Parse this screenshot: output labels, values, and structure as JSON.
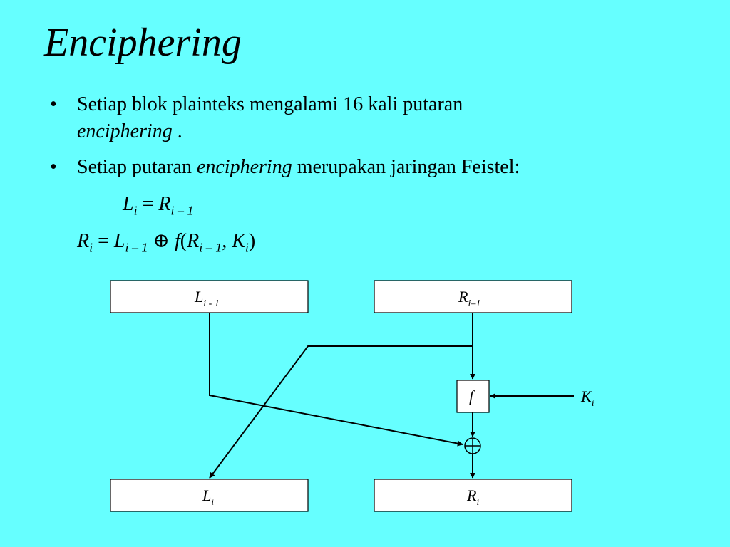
{
  "title": "Enciphering",
  "bullets": [
    {
      "text": "Setiap blok plainteks mengalami 16 kali putaran",
      "text2_italic": "enciphering",
      "text2_rest": " ."
    },
    {
      "text_pre": "Setiap putaran ",
      "text_italic": "enciphering",
      "text_post": " merupakan jaringan Feistel:"
    }
  ],
  "equations": {
    "eq1": {
      "lhs": "L",
      "lhs_sub": "i",
      "eq": " = ",
      "rhs": "R",
      "rhs_sub": "i – 1"
    },
    "eq2": {
      "lhs": "R",
      "lhs_sub": "i",
      "eq": " = ",
      "term1": "L",
      "term1_sub": "i – 1",
      "xor": " ⊕ ",
      "func": "f",
      "open": "(",
      "arg1": "R",
      "arg1_sub": "i – 1",
      "comma": ", ",
      "arg2": "K",
      "arg2_sub": "i",
      "close": ")"
    }
  },
  "diagram": {
    "box_l_prev": {
      "main": "L",
      "sub": "i - 1"
    },
    "box_r_prev": {
      "main": "R",
      "sub": "i–1"
    },
    "box_f": {
      "main": "f"
    },
    "key": {
      "main": "K",
      "sub": "i"
    },
    "box_l_new": {
      "main": "L",
      "sub": "i"
    },
    "box_r_new": {
      "main": "R",
      "sub": "i"
    }
  }
}
